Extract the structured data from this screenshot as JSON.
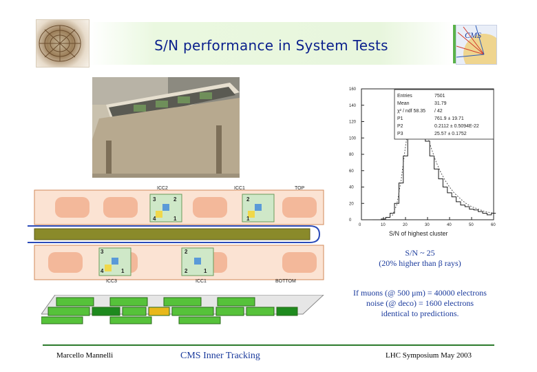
{
  "header": {
    "title": "S/N performance in System Tests"
  },
  "layout_diagram": {
    "icc_labels": [
      "ICC2",
      "ICC1",
      "ICC3",
      "ICC1"
    ],
    "top_label": "TOP",
    "bottom_label": "BOTTOM",
    "module_numbers_top": [
      "3",
      "2",
      "4",
      "1",
      "2",
      "1"
    ],
    "module_numbers_bottom": [
      "3",
      "2",
      "4",
      "1",
      "2",
      "1"
    ]
  },
  "chart_data": {
    "type": "line",
    "title": "",
    "xlabel": "S/N of highest cluster",
    "ylabel": "",
    "xlim": [
      0,
      60
    ],
    "ylim": [
      0,
      160
    ],
    "x_ticks": [
      "0",
      "10",
      "20",
      "30",
      "40",
      "50",
      "60"
    ],
    "y_ticks": [
      "0",
      "20",
      "40",
      "60",
      "80",
      "100",
      "120",
      "140",
      "160"
    ],
    "stats": {
      "rows": [
        [
          "Entries",
          "7501"
        ],
        [
          "Mean",
          "31.79"
        ],
        [
          "χ² / ndf  58.35",
          "/ 42"
        ],
        [
          "P1",
          "761.9 ±    19.71"
        ],
        [
          "P2",
          "0.2112 ±  0.5094E-22"
        ],
        [
          "P3",
          "25.57 ±    0.1752"
        ]
      ]
    },
    "series": [
      {
        "kind": "histogram",
        "x": [
          6,
          8,
          10,
          12,
          14,
          16,
          18,
          20,
          22,
          24,
          26,
          28,
          30,
          32,
          34,
          36,
          38,
          40,
          42,
          44,
          46,
          48,
          50,
          52,
          54,
          56,
          58,
          60
        ],
        "values": [
          0,
          0,
          1,
          3,
          8,
          20,
          45,
          78,
          112,
          140,
          132,
          118,
          96,
          78,
          62,
          50,
          40,
          33,
          28,
          22,
          18,
          16,
          13,
          12,
          10,
          8,
          6,
          8
        ]
      },
      {
        "kind": "fit",
        "x": [
          14,
          16,
          18,
          20,
          22,
          24,
          26,
          28,
          30,
          32,
          34,
          36,
          38,
          40,
          42,
          44,
          46,
          48,
          50,
          52,
          54,
          56,
          58,
          60
        ],
        "values": [
          5,
          18,
          48,
          90,
          125,
          142,
          136,
          120,
          102,
          85,
          70,
          58,
          48,
          40,
          33,
          28,
          23,
          19,
          16,
          14,
          12,
          10,
          9,
          8
        ]
      }
    ]
  },
  "captions": {
    "sn": "S/N ~ 25",
    "beta": "(20% higher than β rays)"
  },
  "notes": {
    "line1": "If muons (@ 500 μm) = 40000 electrons",
    "line2": "noise (@ deco) = 1600 electrons",
    "line3": "identical to predictions."
  },
  "footer": {
    "author": "Marcello Mannelli",
    "center": "CMS Inner Tracking",
    "right": "LHC Symposium May 2003"
  }
}
